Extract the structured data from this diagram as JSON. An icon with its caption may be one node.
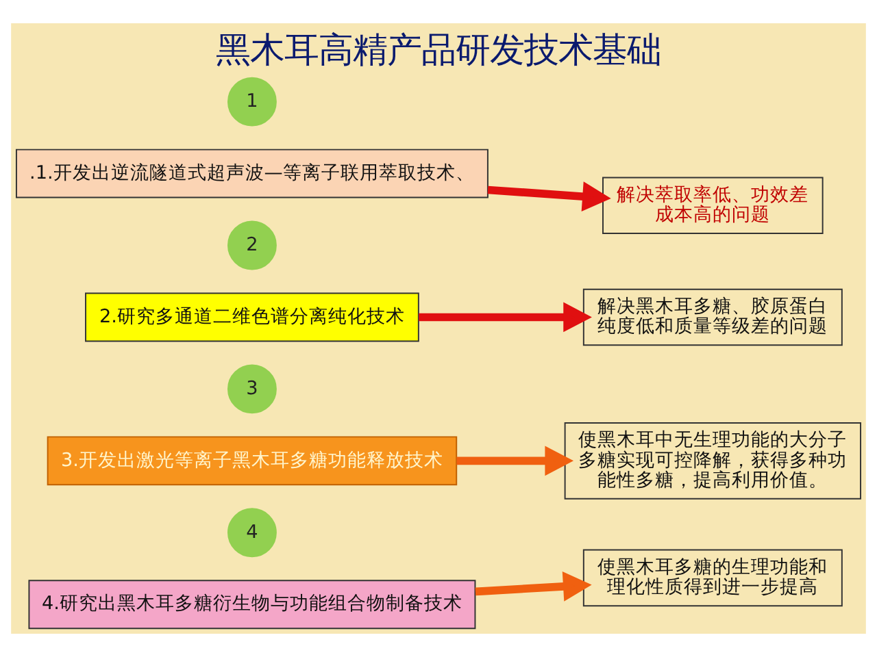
{
  "diagram": {
    "title": "黑木耳高精产品研发技术基础",
    "nodes": [
      {
        "text": [
          "1"
        ]
      },
      {
        "text": [
          ".1.开发出逆流隧道式超声波—等离子联用萃取技术、"
        ]
      },
      {
        "text": [
          "解决萃取率低、功效差成本高的问题"
        ]
      },
      {
        "text": [
          "2"
        ]
      },
      {
        "text": [
          "2.研究多通道二维色谱分离纯化技术"
        ]
      },
      {
        "text": [
          "解决黑木耳多糖、胶原蛋白纯度低和质量等级差的问题"
        ]
      },
      {
        "text": [
          "3"
        ]
      },
      {
        "text": [
          "3.开发出激光等离子黑木耳多糖功能释放技术"
        ]
      },
      {
        "text": [
          "使黑木耳中无生理功能的大分子多糖实现可控降解，获得多种功能性多糖，提高利用价值。"
        ]
      },
      {
        "text": [
          "4"
        ]
      },
      {
        "text": [
          "4.研究出黑木耳多糖衍生物与功能组合物制备技术"
        ]
      },
      {
        "text": [
          "使黑木耳多糖的生理功能和理化性质得到进一步提高"
        ]
      }
    ],
    "edges": [
      {
        "from": 1,
        "to": 2,
        "arrow": "to",
        "color": "#e01010"
      },
      {
        "from": 4,
        "to": 5,
        "arrow": "to",
        "color": "#e01010"
      },
      {
        "from": 7,
        "to": 8,
        "arrow": "to",
        "color": "#f06010"
      },
      {
        "from": 10,
        "to": 11,
        "arrow": "to",
        "color": "#f06010"
      }
    ]
  }
}
